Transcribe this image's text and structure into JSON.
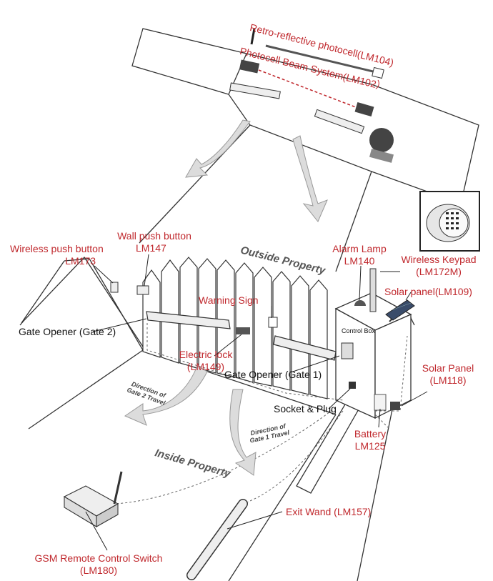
{
  "colors": {
    "label_red": "#c0282d",
    "label_black": "#111111",
    "line": "#333333",
    "arrow_fill": "#dcdcdc",
    "device_dark": "#3a3a3a"
  },
  "labels": {
    "retro_photocell": "Retro-reflective photocell(LM104)",
    "photocell_beam": "Photocell Beam System(LM102）",
    "wireless_push_button": "Wireless push button",
    "wireless_push_button_code": "LM173",
    "wall_push_button": "Wall push button",
    "wall_push_button_code": "LM147",
    "alarm_lamp": "Alarm Lamp",
    "alarm_lamp_code": "LM140",
    "wireless_keypad": "Wireless Keypad",
    "wireless_keypad_code": "(LM172M)",
    "solar_panel_109": "Solar panel(LM109)",
    "warning_sign": "Warning Sign",
    "gate_opener_2": "Gate Opener (Gate 2)",
    "electric_lock": "Electric lock",
    "electric_lock_code": "(LM149)",
    "gate_opener_1": "Gate Opener (Gate 1)",
    "control_box": "Control Box",
    "solar_panel_118": "Solar Panel",
    "solar_panel_118_code": "(LM118)",
    "socket_plug": "Socket & Plug",
    "battery": "Battery",
    "battery_code": "LM125",
    "exit_wand": "Exit Wand (LM157)",
    "gsm_switch": "GSM Remote Control Switch",
    "gsm_switch_code": "(LM180)"
  },
  "areas": {
    "outside": "Outside Property",
    "inside": "Inside Property"
  },
  "directions": {
    "gate2_line1": "Direction of",
    "gate2_line2": "Gate 2 Travel",
    "gate1_line1": "Direction of",
    "gate1_line2": "Gate 1 Travel"
  }
}
